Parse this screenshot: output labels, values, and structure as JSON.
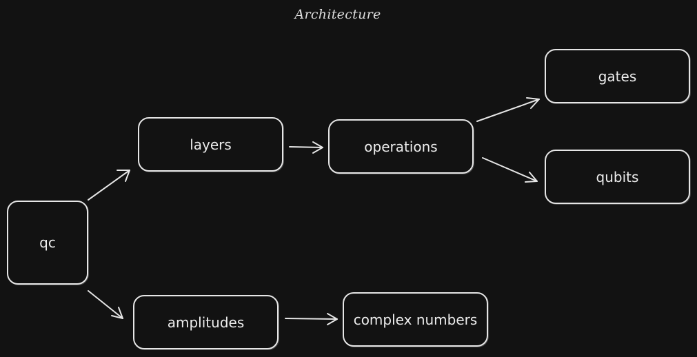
{
  "title": "Architecture",
  "nodes": {
    "qc": "qc",
    "layers": "layers",
    "operations": "operations",
    "gates": "gates",
    "qubits": "qubits",
    "amplitudes": "amplitudes",
    "complex_numbers": "complex numbers"
  },
  "edges": [
    {
      "from": "qc",
      "to": "layers"
    },
    {
      "from": "qc",
      "to": "amplitudes"
    },
    {
      "from": "layers",
      "to": "operations"
    },
    {
      "from": "operations",
      "to": "gates"
    },
    {
      "from": "operations",
      "to": "qubits"
    },
    {
      "from": "amplitudes",
      "to": "complex numbers"
    }
  ],
  "colors": {
    "background": "#121212",
    "stroke": "#e6e6e6",
    "text": "#ededed"
  }
}
